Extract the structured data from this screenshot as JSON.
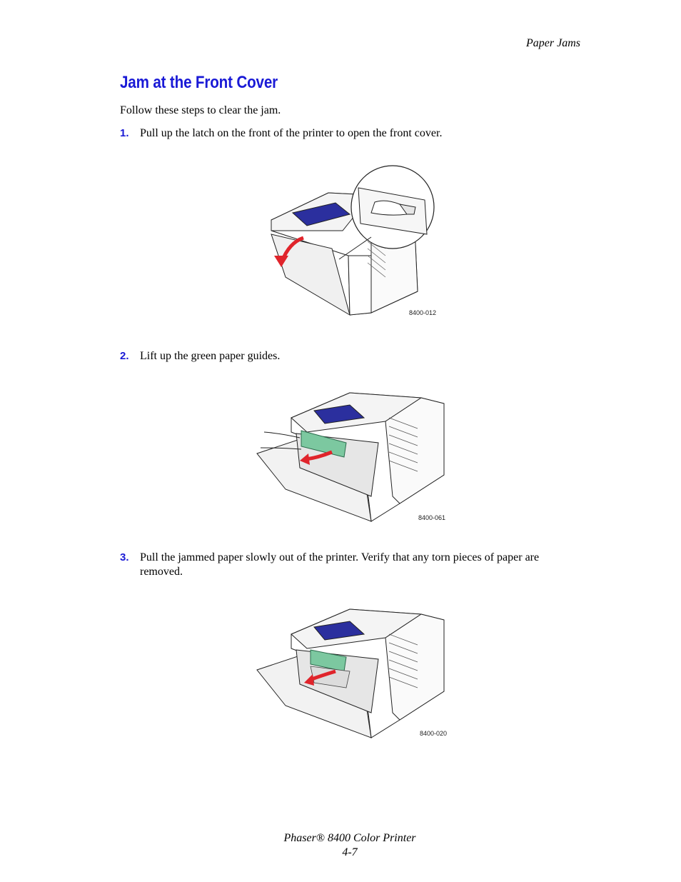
{
  "header": {
    "running_head": "Paper Jams"
  },
  "section": {
    "title": "Jam at the Front Cover",
    "intro": "Follow these steps to clear the jam."
  },
  "steps": [
    {
      "number": "1.",
      "text": "Pull up the latch on the front of the printer to open the front cover.",
      "figure_code": "8400-012"
    },
    {
      "number": "2.",
      "text": "Lift up the green paper guides.",
      "figure_code": "8400-061"
    },
    {
      "number": "3.",
      "text": "Pull the jammed paper slowly out of the printer. Verify that any torn pieces of paper are removed.",
      "figure_code": "8400-020"
    }
  ],
  "footer": {
    "product": "Phaser® 8400 Color Printer",
    "page_number": "4-7"
  },
  "colors": {
    "heading_blue": "#1a1ad6",
    "arrow_red": "#e0242b",
    "guide_green": "#7cc8a0",
    "panel_blue": "#2b2f9e"
  }
}
